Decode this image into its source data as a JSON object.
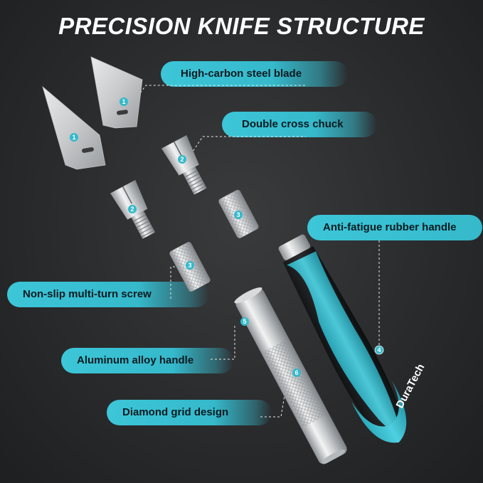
{
  "title": "PRECISION KNIFE STRUCTURE",
  "labels": {
    "blade": "High-carbon steel blade",
    "chuck": "Double cross chuck",
    "rubber_handle": "Anti-fatigue rubber handle",
    "screw": "Non-slip multi-turn screw",
    "aluminum_handle": "Aluminum alloy handle",
    "diamond_grid": "Diamond grid design"
  },
  "badges": {
    "blade_1a": "1",
    "blade_1b": "1",
    "chuck_2a": "2",
    "chuck_2b": "2",
    "screw_3a": "3",
    "screw_3b": "3",
    "rubber_4": "4",
    "alu_5": "5",
    "grid_6": "6"
  },
  "brand": "DuraTech",
  "colors": {
    "accent": "#35b9cb",
    "background": "#2a2b2d",
    "title": "#ffffff"
  }
}
